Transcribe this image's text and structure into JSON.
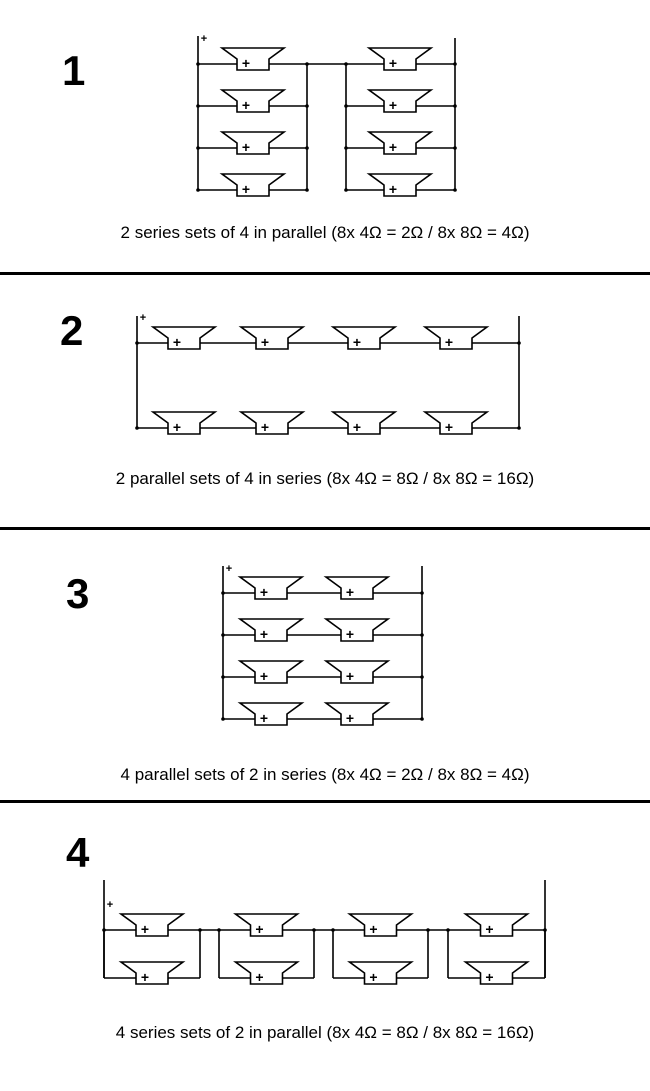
{
  "panels": [
    {
      "number": "1",
      "caption": "2 series sets of 4 in parallel (8x 4Ω = 2Ω / 8x 8Ω = 4Ω)",
      "polarity": "+",
      "speaker_mark": "+"
    },
    {
      "number": "2",
      "caption": "2 parallel sets of 4 in series (8x 4Ω = 8Ω / 8x 8Ω = 16Ω)",
      "polarity": "+",
      "speaker_mark": "+"
    },
    {
      "number": "3",
      "caption": "4 parallel sets of 2 in series (8x 4Ω = 2Ω / 8x 8Ω = 4Ω)",
      "polarity": "+",
      "speaker_mark": "+"
    },
    {
      "number": "4",
      "caption": "4 series sets of 2 in parallel (8x 4Ω = 8Ω / 8x 8Ω = 16Ω)",
      "polarity": "+",
      "speaker_mark": "+"
    }
  ]
}
